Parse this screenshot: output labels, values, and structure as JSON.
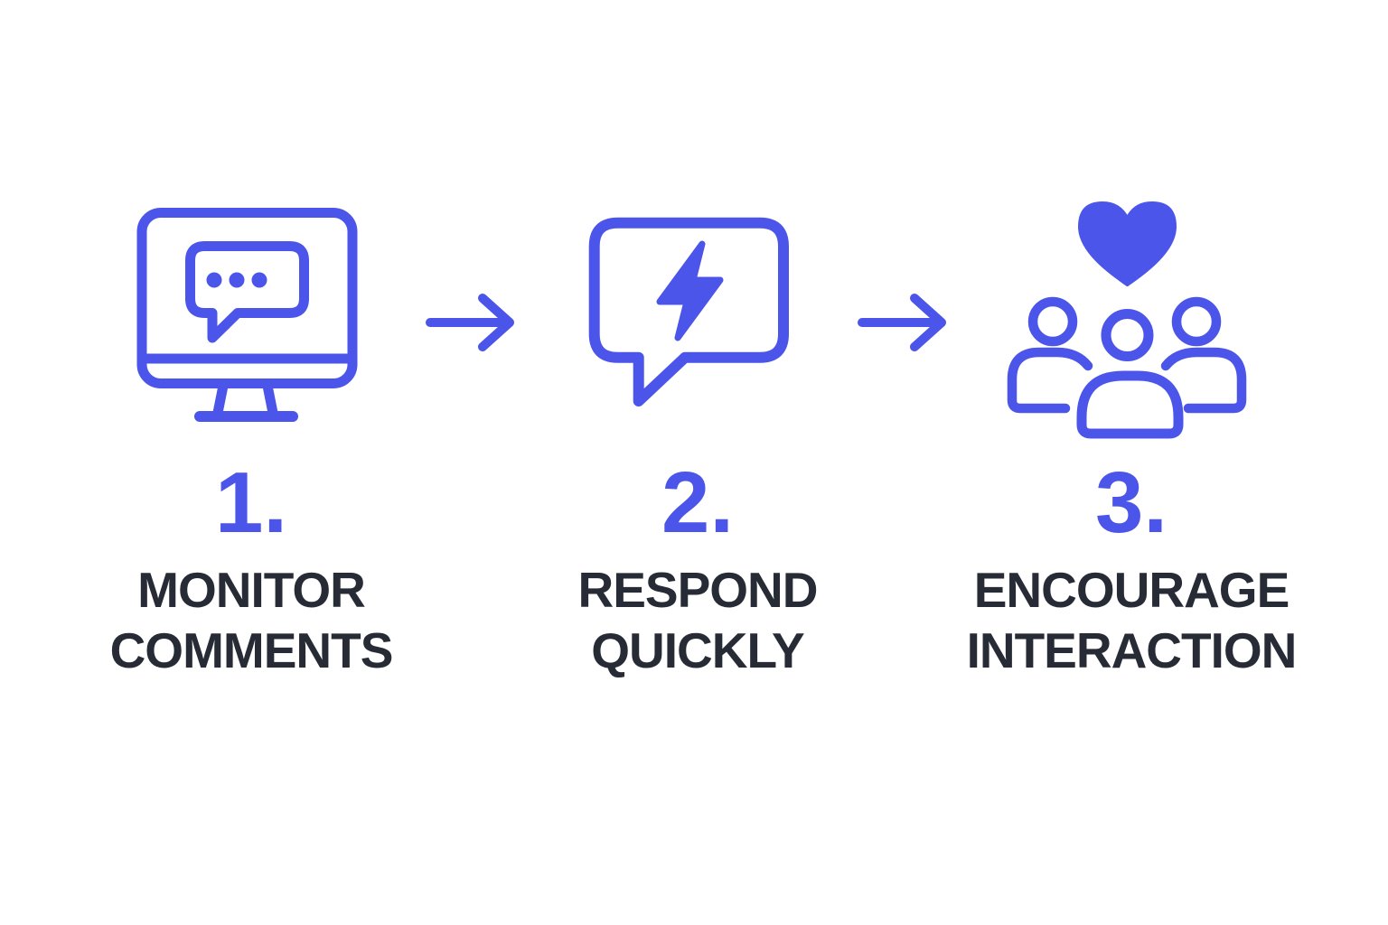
{
  "palette": {
    "accent": "#4b55ea",
    "text": "#272b35",
    "background": "#ffffff"
  },
  "steps": [
    {
      "number": "1.",
      "label_line1": "MONITOR",
      "label_line2": "COMMENTS",
      "icon": "monitor-comments-icon"
    },
    {
      "number": "2.",
      "label_line1": "RESPOND",
      "label_line2": "QUICKLY",
      "icon": "lightning-chat-bubble-icon"
    },
    {
      "number": "3.",
      "label_line1": "ENCOURAGE",
      "label_line2": "INTERACTION",
      "icon": "heart-people-group-icon"
    }
  ],
  "arrows": [
    {
      "name": "arrow-right-icon"
    },
    {
      "name": "arrow-right-icon"
    }
  ]
}
